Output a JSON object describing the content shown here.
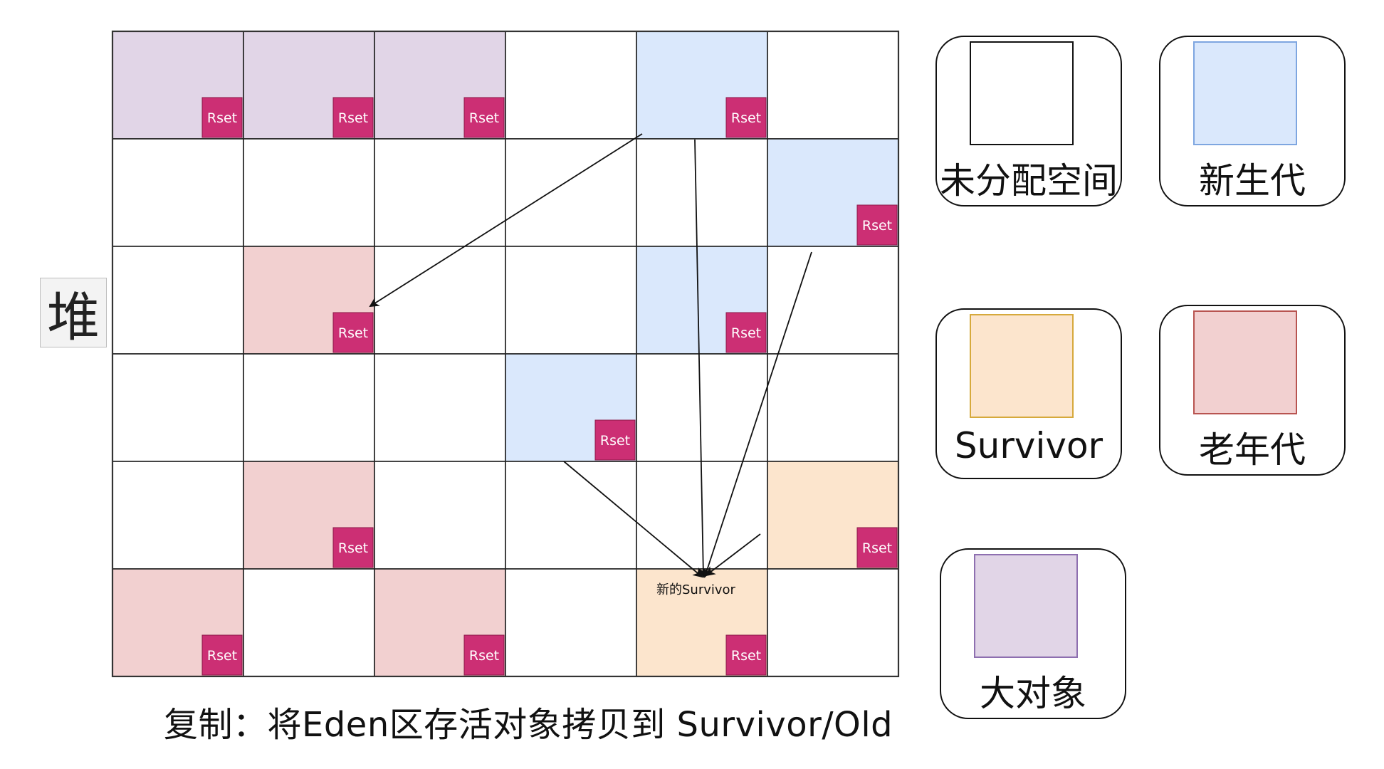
{
  "heap_label": "堆",
  "caption": "复制：将Eden区存活对象拷贝到 Survivor/Old",
  "rset_label": "Rset",
  "new_survivor_label": "新的Survivor",
  "colors": {
    "unallocated": "#ffffff",
    "young": "#dae8fc",
    "survivor": "#fce5cd",
    "old": "#f2d0d0",
    "humongous": "#e1d5e7",
    "rset": "#cc2f74",
    "legend_young_border": "#7ea6e0",
    "legend_survivor_border": "#d6a93c",
    "legend_old_border": "#b85450",
    "legend_humongous_border": "#8e6fb0"
  },
  "legend": [
    {
      "key": "unallocated",
      "label": "未分配空间",
      "icon": "white-square"
    },
    {
      "key": "young",
      "label": "新生代",
      "icon": "blue-square"
    },
    {
      "key": "survivor",
      "label": "Survivor",
      "icon": "orange-square"
    },
    {
      "key": "old",
      "label": "老年代",
      "icon": "pink-square"
    },
    {
      "key": "humongous",
      "label": "大对象",
      "icon": "purple-square"
    }
  ],
  "grid": {
    "rows": 6,
    "cols": 6,
    "cells": [
      [
        "humongous",
        "humongous",
        "humongous",
        "unallocated",
        "young",
        "unallocated"
      ],
      [
        "unallocated",
        "unallocated",
        "unallocated",
        "unallocated",
        "unallocated",
        "young"
      ],
      [
        "unallocated",
        "old",
        "unallocated",
        "unallocated",
        "young",
        "unallocated"
      ],
      [
        "unallocated",
        "unallocated",
        "unallocated",
        "young",
        "unallocated",
        "unallocated"
      ],
      [
        "unallocated",
        "old",
        "unallocated",
        "unallocated",
        "unallocated",
        "survivor"
      ],
      [
        "old",
        "unallocated",
        "old",
        "unallocated",
        "survivor",
        "unallocated"
      ]
    ],
    "rsets": [
      [
        0,
        0
      ],
      [
        0,
        1
      ],
      [
        0,
        2
      ],
      [
        0,
        4
      ],
      [
        1,
        5
      ],
      [
        2,
        1
      ],
      [
        2,
        4
      ],
      [
        3,
        3
      ],
      [
        4,
        1
      ],
      [
        4,
        5
      ],
      [
        5,
        0
      ],
      [
        5,
        2
      ],
      [
        5,
        4
      ]
    ],
    "new_survivor_cell": [
      5,
      4
    ]
  },
  "copy_arrows": [
    {
      "from": "young region row 1 col 5",
      "to": "old region row 3 col 2"
    },
    {
      "from": "young region row 1 col 5",
      "to": "new survivor row 6 col 5"
    },
    {
      "from": "young region row 2 col 6",
      "to": "new survivor row 6 col 5"
    },
    {
      "from": "young region row 4 col 4",
      "to": "new survivor row 6 col 5"
    },
    {
      "from": "right-side pointer",
      "to": "new survivor row 6 col 5"
    }
  ]
}
